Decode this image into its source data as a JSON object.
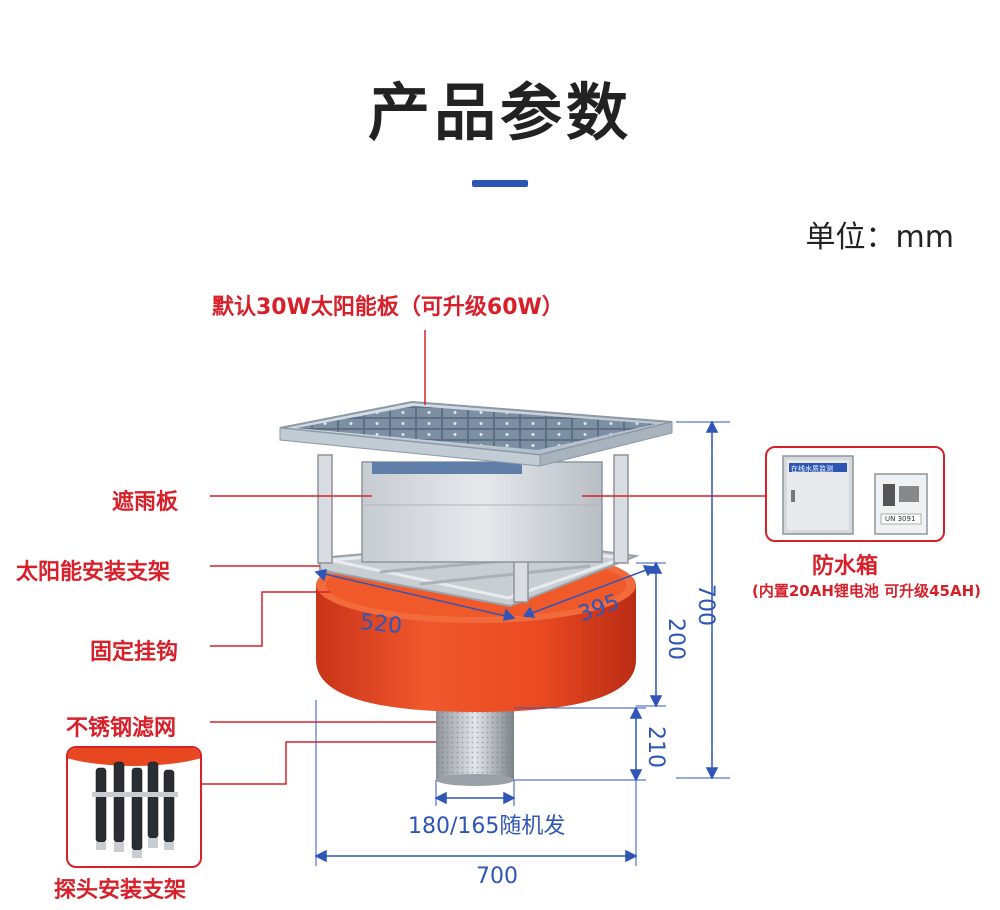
{
  "page": {
    "title": "产品参数",
    "unit": "单位：mm"
  },
  "labels": {
    "solar_panel": "默认30W太阳能板（可升级60W）",
    "rain_cover": "遮雨板",
    "solar_bracket": "太阳能安装支架",
    "hook": "固定挂钩",
    "filter": "不锈钢滤网",
    "probe_bracket": "探头安装支架",
    "waterproof_box": "防水箱",
    "waterproof_box_note": "(内置20AH锂电池 可升级45AH)",
    "probe_size": "180/165随机发"
  },
  "dimensions": {
    "top_width": "520",
    "top_depth": "395",
    "total_height": "700",
    "float_height": "200",
    "filter_height": "210",
    "base_width": "700"
  },
  "box_text": {
    "cabinet_label": "在线水质监测",
    "meter_label": "UN 3091"
  },
  "colors": {
    "accent_red": "#d8202a",
    "dimension_blue": "#2f56b7",
    "float_orange": "#e8481f",
    "title_bar": "#2b56b3"
  }
}
